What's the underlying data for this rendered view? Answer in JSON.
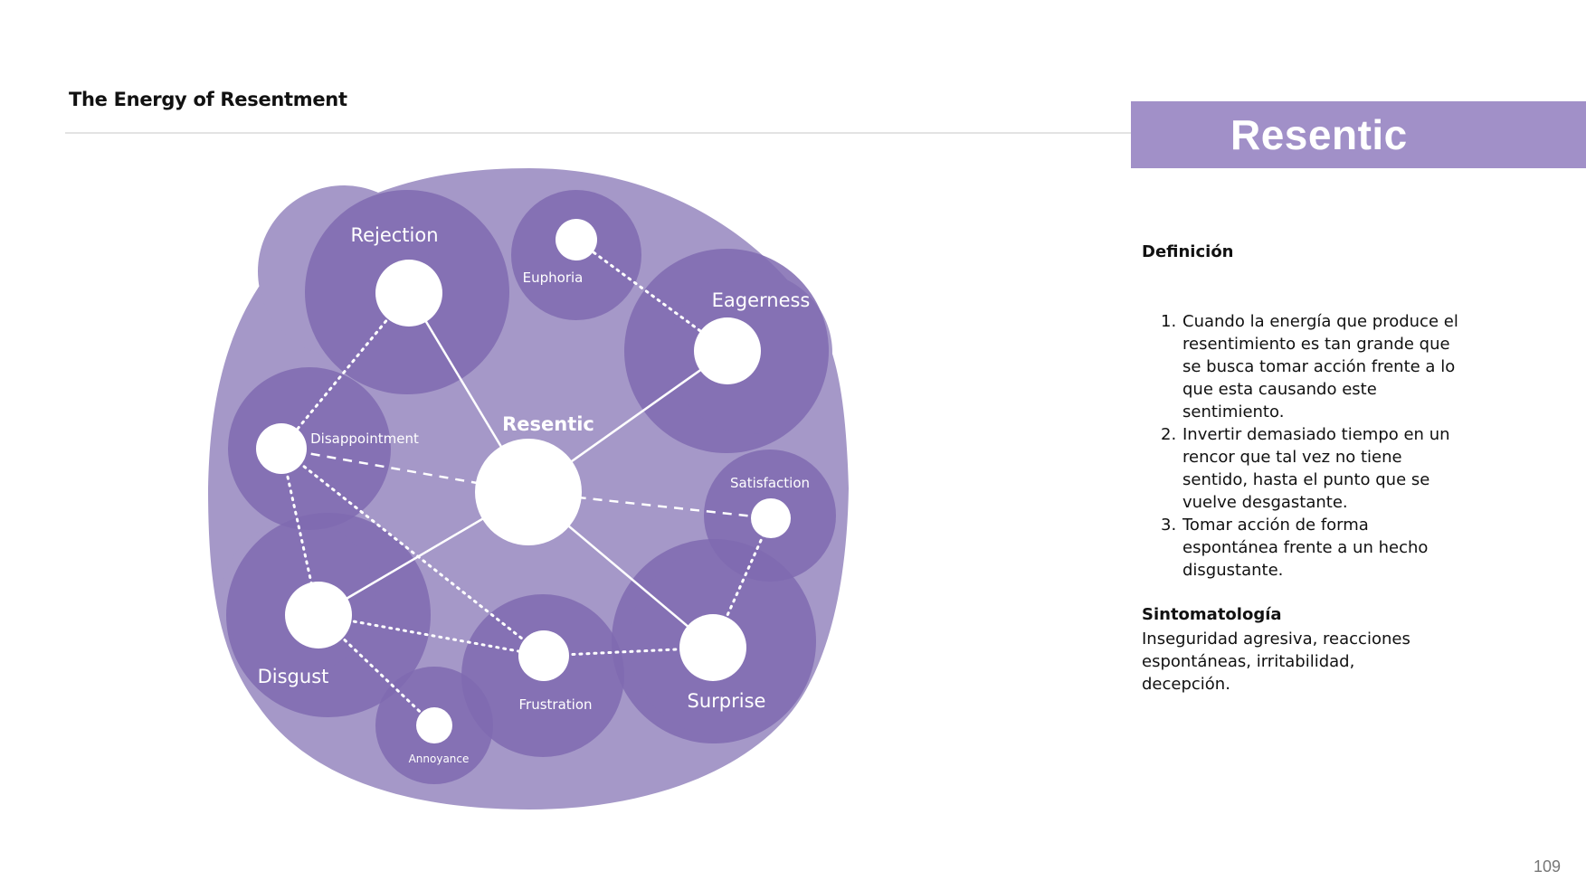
{
  "header": {
    "title": "The Energy of Resentment"
  },
  "title_bar": {
    "label": "Resentic",
    "color": "#a190c8"
  },
  "diagram": {
    "colors": {
      "outer": "#a598c8",
      "bubble": "#7f6ab0",
      "node": "#ffffff",
      "line": "#ffffff"
    },
    "center": {
      "label": "Resentic"
    },
    "nodes": [
      {
        "id": "rejection",
        "label": "Rejection"
      },
      {
        "id": "euphoria",
        "label": "Euphoria"
      },
      {
        "id": "eagerness",
        "label": "Eagerness"
      },
      {
        "id": "disappointment",
        "label": "Disappointment"
      },
      {
        "id": "satisfaction",
        "label": "Satisfaction"
      },
      {
        "id": "disgust",
        "label": "Disgust"
      },
      {
        "id": "frustration",
        "label": "Frustration"
      },
      {
        "id": "surprise",
        "label": "Surprise"
      },
      {
        "id": "annoyance",
        "label": "Annoyance"
      }
    ]
  },
  "definition": {
    "heading": "Definición",
    "items": [
      {
        "num": "1.",
        "text": "Cuando la energía que produce el resentimiento es tan grande que se busca tomar acción frente a lo que esta causando este sentimiento."
      },
      {
        "num": "2.",
        "text": "Invertir demasiado tiempo en un rencor que tal vez no tiene sentido, hasta el punto que se vuelve desgastante."
      },
      {
        "num": "3.",
        "text": "Tomar acción de forma espontánea frente a un hecho disgustante."
      }
    ]
  },
  "symptomatology": {
    "heading": "Sintomatología",
    "text": "Inseguridad agresiva, reacciones espontáneas, irritabilidad, decepción."
  },
  "page": {
    "number": "109"
  }
}
